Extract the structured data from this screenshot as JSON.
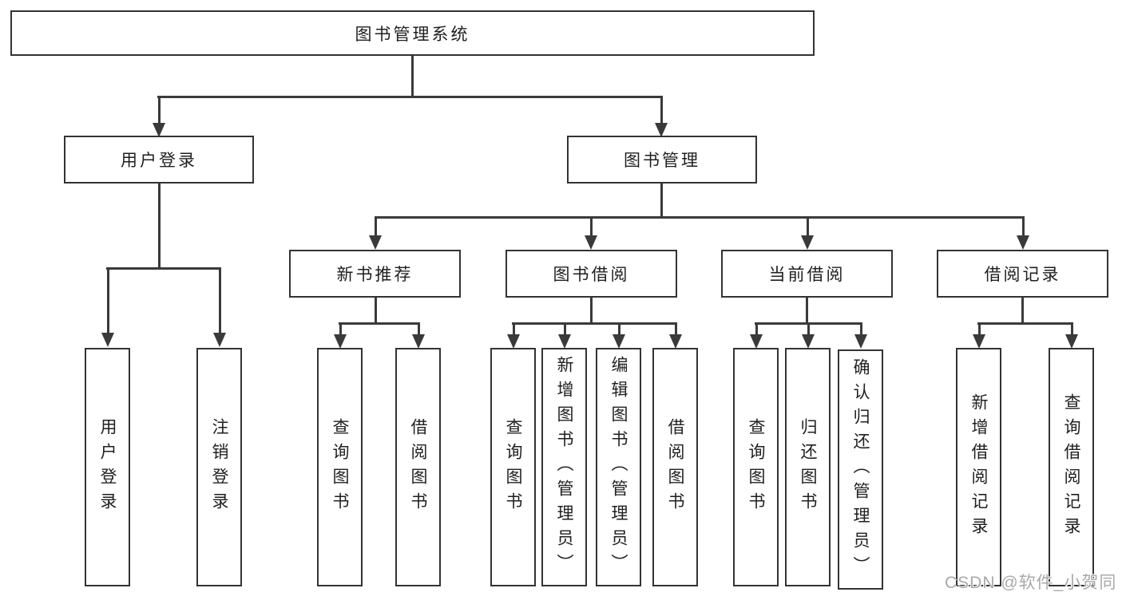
{
  "root": {
    "label": "图书管理系统"
  },
  "branches": {
    "user_login": {
      "label": "用户登录",
      "children": [
        "用户登录",
        "注销登录"
      ]
    },
    "book_mgmt": {
      "label": "图书管理",
      "sections": [
        {
          "label": "新书推荐",
          "children": [
            "查询图书",
            "借阅图书"
          ]
        },
        {
          "label": "图书借阅",
          "children": [
            "查询图书",
            "新增图书（管理员）",
            "编辑图书（管理员）",
            "借阅图书"
          ]
        },
        {
          "label": "当前借阅",
          "children": [
            "查询图书",
            "归还图书",
            "确认归还（管理员）"
          ]
        },
        {
          "label": "借阅记录",
          "children": [
            "新增借阅记录",
            "查询借阅记录"
          ]
        }
      ]
    }
  },
  "watermark": {
    "text": "CSDN @软件_小贺同学"
  }
}
